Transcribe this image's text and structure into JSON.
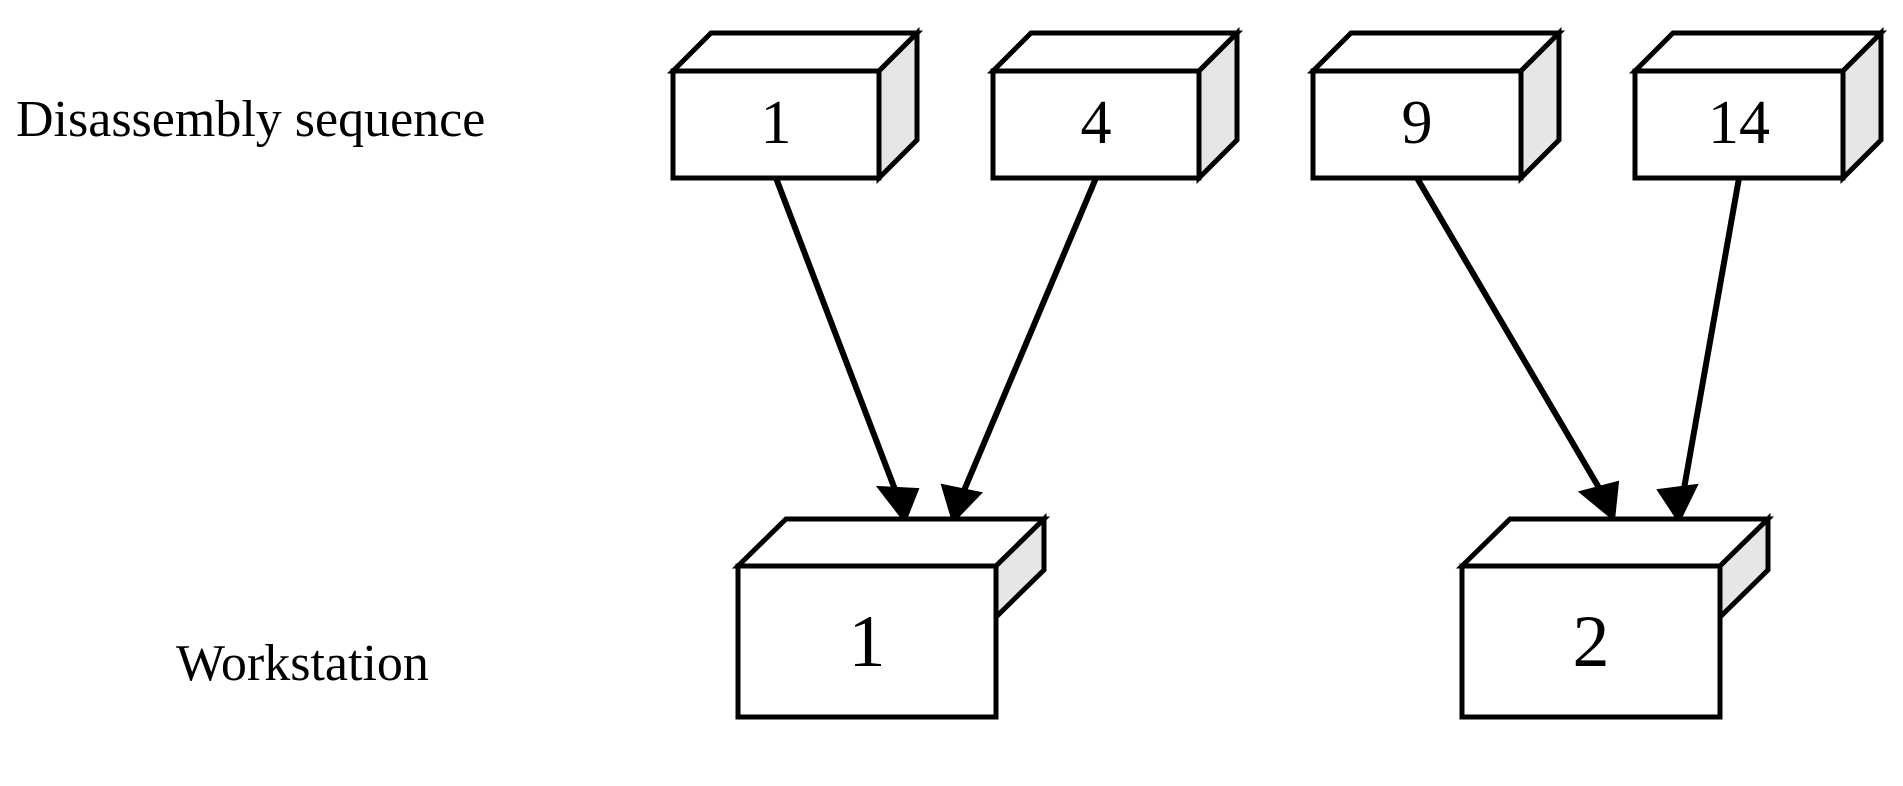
{
  "figure": {
    "background_color": "#ffffff",
    "line_color": "#000000",
    "cube_side_color": "#e6e6e6",
    "cube_face_color": "#ffffff"
  },
  "rows": {
    "sequence": {
      "label": "Disassembly sequence",
      "nodes": [
        {
          "label": "1"
        },
        {
          "label": "4"
        },
        {
          "label": "9"
        },
        {
          "label": "14"
        }
      ]
    },
    "workstation": {
      "label": "Workstation",
      "nodes": [
        {
          "label": "1"
        },
        {
          "label": "2"
        }
      ]
    }
  },
  "assignments": [
    {
      "from": "1",
      "to": "1"
    },
    {
      "from": "4",
      "to": "1"
    },
    {
      "from": "9",
      "to": "2"
    },
    {
      "from": "14",
      "to": "2"
    }
  ]
}
